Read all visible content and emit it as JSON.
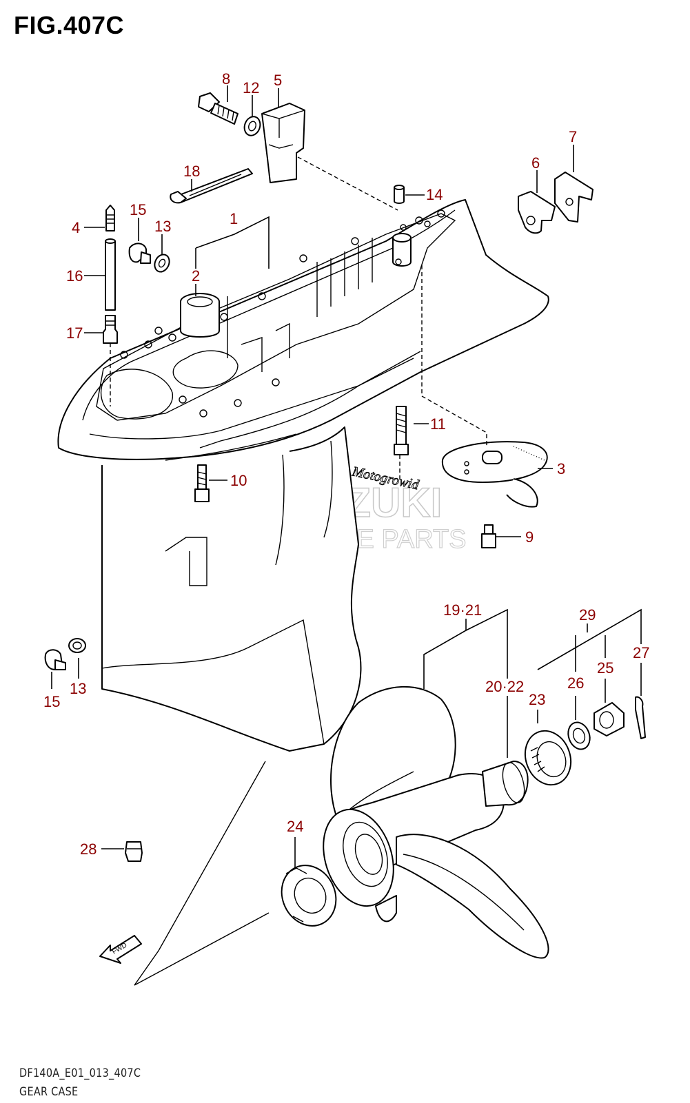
{
  "figure": {
    "title": "FIG.407C"
  },
  "footer": {
    "code": "DF140A_E01_013_407C",
    "name": "GEAR CASE"
  },
  "watermark": {
    "brand": "SUZUKI",
    "sub": "MARINE PARTS"
  },
  "engraving": {
    "text": "Motogrowid"
  },
  "fwd_label": "FWD",
  "callouts": [
    {
      "id": "c8",
      "text": "8"
    },
    {
      "id": "c12",
      "text": "12"
    },
    {
      "id": "c5",
      "text": "5"
    },
    {
      "id": "c7",
      "text": "7"
    },
    {
      "id": "c6",
      "text": "6"
    },
    {
      "id": "c18",
      "text": "18"
    },
    {
      "id": "c14",
      "text": "14"
    },
    {
      "id": "c15a",
      "text": "15"
    },
    {
      "id": "c13a",
      "text": "13"
    },
    {
      "id": "c1",
      "text": "1"
    },
    {
      "id": "c4",
      "text": "4"
    },
    {
      "id": "c2",
      "text": "2"
    },
    {
      "id": "c16",
      "text": "16"
    },
    {
      "id": "c17",
      "text": "17"
    },
    {
      "id": "c11",
      "text": "11"
    },
    {
      "id": "c3",
      "text": "3"
    },
    {
      "id": "c10",
      "text": "10"
    },
    {
      "id": "c9",
      "text": "9"
    },
    {
      "id": "c19_21",
      "text": "19·21"
    },
    {
      "id": "c29",
      "text": "29"
    },
    {
      "id": "c27",
      "text": "27"
    },
    {
      "id": "c25",
      "text": "25"
    },
    {
      "id": "c26",
      "text": "26"
    },
    {
      "id": "c20_22",
      "text": "20·22"
    },
    {
      "id": "c23",
      "text": "23"
    },
    {
      "id": "c15b",
      "text": "15"
    },
    {
      "id": "c13b",
      "text": "13"
    },
    {
      "id": "c24",
      "text": "24"
    },
    {
      "id": "c28",
      "text": "28"
    }
  ],
  "colors": {
    "callout": "#8b0000",
    "line": "#000000",
    "watermark": "#c8c8c8"
  }
}
